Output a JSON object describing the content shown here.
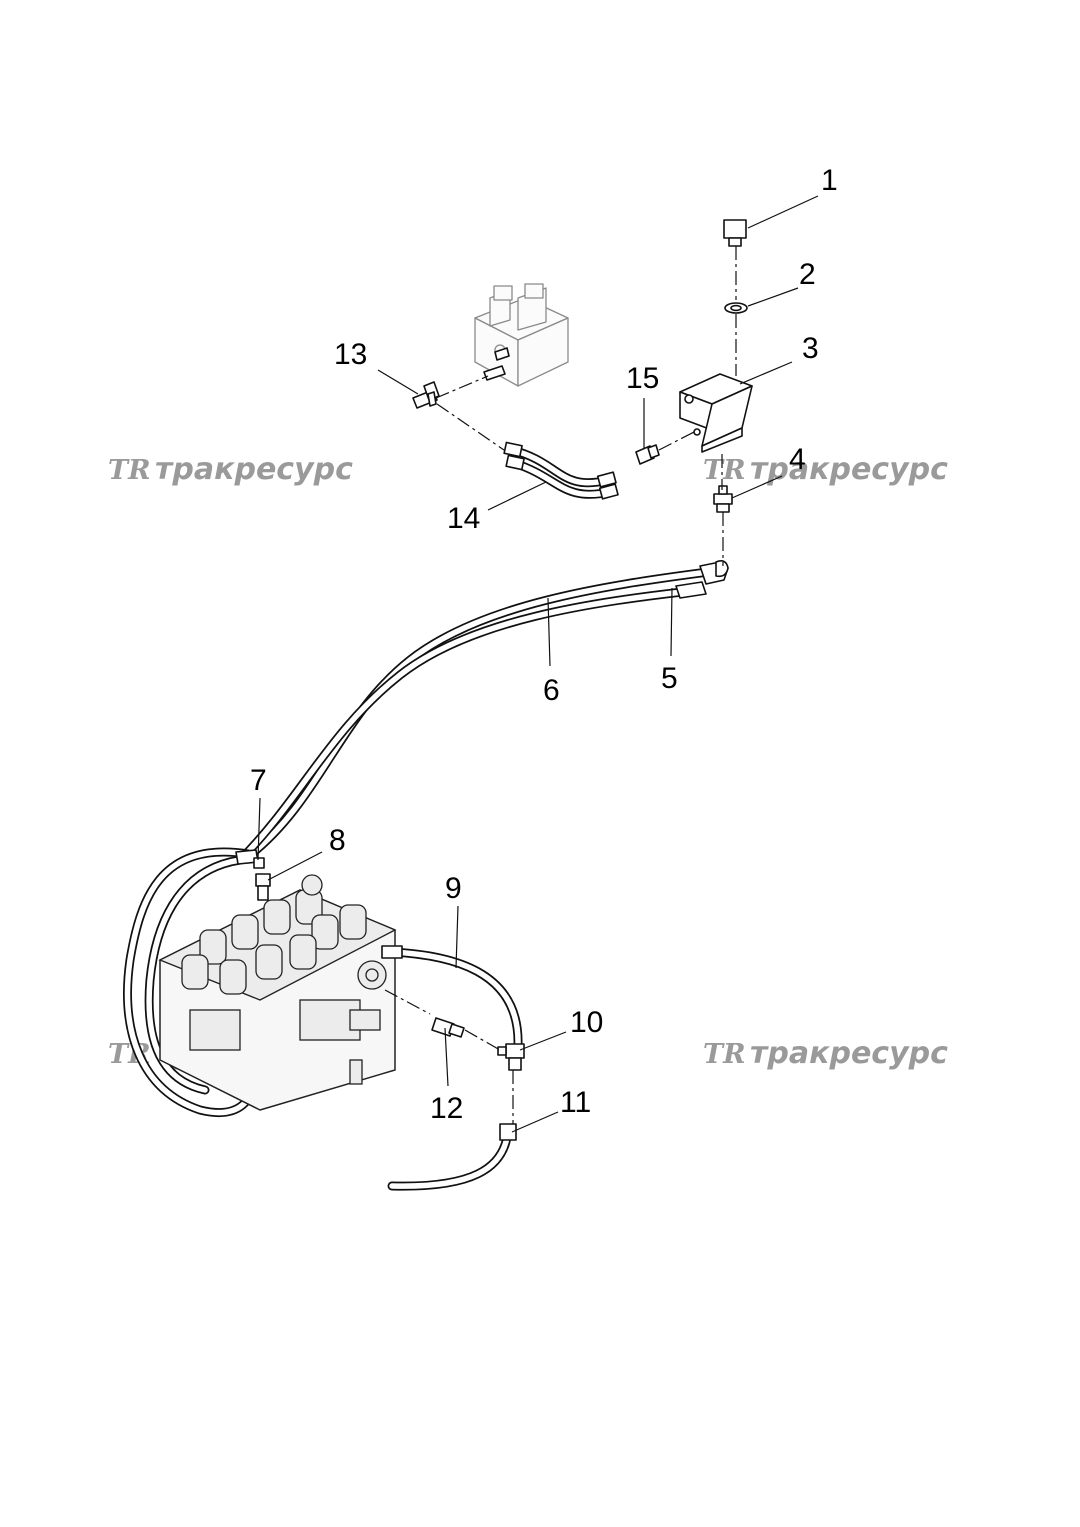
{
  "callouts": [
    "1",
    "2",
    "3",
    "4",
    "5",
    "6",
    "7",
    "8",
    "9",
    "10",
    "11",
    "12",
    "13",
    "14",
    "15"
  ],
  "watermark": {
    "logo": "TR",
    "text": "тракресурс"
  }
}
